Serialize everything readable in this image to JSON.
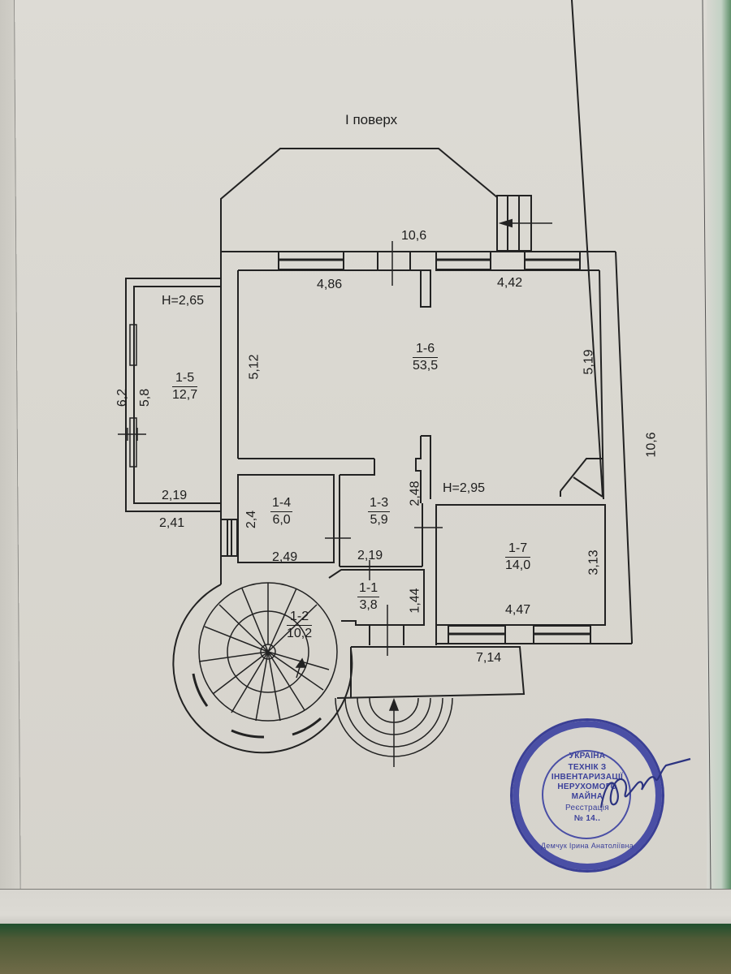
{
  "document": {
    "title": "I поверх",
    "colors": {
      "paper": "#dddbd5",
      "ink": "#1d1d1d",
      "stamp": "#3a3f95",
      "background_floor": "#4f5a36"
    }
  },
  "rooms": [
    {
      "id": "1-1",
      "area": "3,8"
    },
    {
      "id": "1-2",
      "area": "10,2"
    },
    {
      "id": "1-3",
      "area": "5,9"
    },
    {
      "id": "1-4",
      "area": "6,0"
    },
    {
      "id": "1-5",
      "area": "12,7"
    },
    {
      "id": "1-6",
      "area": "53,5"
    },
    {
      "id": "1-7",
      "area": "14,0"
    }
  ],
  "heights": {
    "room_1_5": "H=2,65",
    "main": "H=2,95"
  },
  "dimensions": {
    "top_overall": "10,6",
    "right_overall": "10,6",
    "room_1_6_top_left": "4,86",
    "room_1_6_top_right": "4,42",
    "room_1_6_left": "5,12",
    "room_1_6_right": "5,19",
    "room_1_5_outer_height": "6,2",
    "room_1_5_inner_height": "5,8",
    "room_1_5_inner_width": "2,19",
    "room_1_5_outer_width": "2,41",
    "room_1_4_height": "2,4",
    "room_1_4_width": "2,49",
    "room_1_3_width": "2,19",
    "room_1_3_height": "2,48",
    "room_1_1_height": "1,44",
    "room_1_7_height": "3,13",
    "room_1_7_width": "4,47",
    "porch_width": "7,14"
  },
  "stamp": {
    "line1": "УКРАЇНА",
    "line2": "ТЕХНІК З",
    "line3": "ІНВЕНТАРИЗАЦІЇ",
    "line4": "НЕРУХОМОГО",
    "line5": "МАЙНА",
    "line6": "Реєстрація",
    "line7": "№ 14..",
    "ring_text": "Демчук Ірина Анатоліївна"
  }
}
